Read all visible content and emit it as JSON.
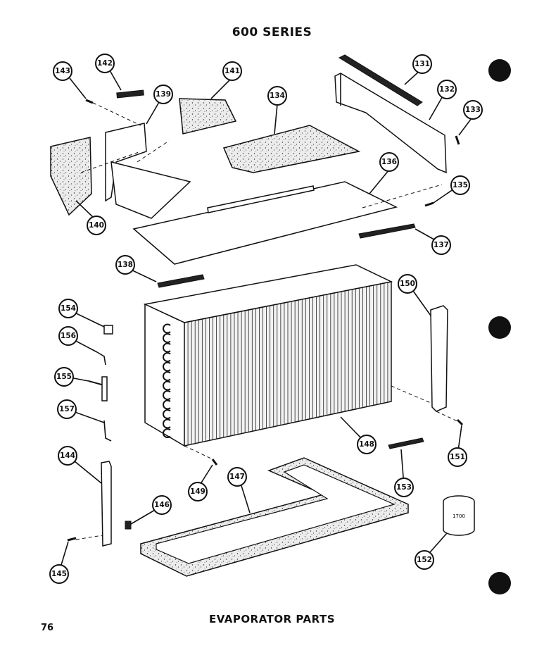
{
  "header": {
    "title": "600 SERIES"
  },
  "footer": {
    "caption": "EVAPORATOR PARTS",
    "page_number": "76"
  },
  "callouts": [
    "143",
    "142",
    "139",
    "141",
    "134",
    "131",
    "132",
    "133",
    "140",
    "136",
    "135",
    "137",
    "138",
    "154",
    "156",
    "155",
    "157",
    "150",
    "148",
    "144",
    "146",
    "149",
    "147",
    "153",
    "151",
    "145",
    "152"
  ],
  "colors": {
    "ink": "#111111",
    "background": "#ffffff",
    "speckle_fill": "#f2f2f2"
  }
}
